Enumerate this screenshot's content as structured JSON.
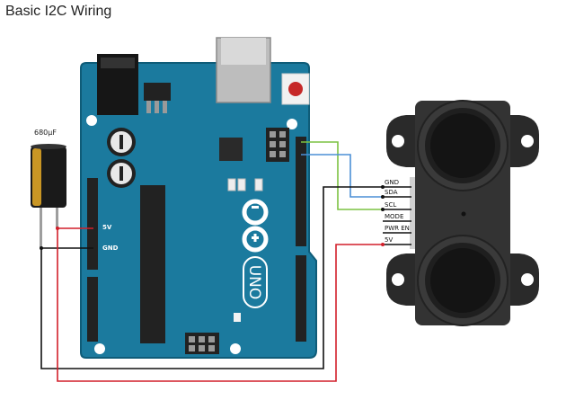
{
  "title": "Basic I2C Wiring",
  "capacitor": {
    "label": "680µF"
  },
  "arduino": {
    "logo_text": "UNO",
    "pins": {
      "5v": "5V",
      "gnd": "GND"
    }
  },
  "sensor": {
    "pins": [
      "GND",
      "SDA",
      "SCL",
      "MODE",
      "PWR EN",
      "5V"
    ]
  },
  "colors": {
    "board": "#1b7a9e",
    "board_edge": "#0f5c78",
    "wire_black": "#111111",
    "wire_red": "#d21f2a",
    "wire_blue": "#4b8fd6",
    "wire_green": "#7cc242"
  }
}
